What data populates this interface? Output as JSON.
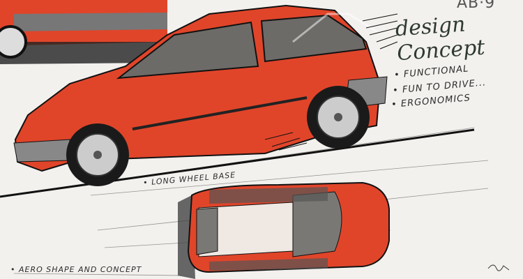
{
  "sketch": {
    "model_label": "AB·9",
    "heading": "design Concept",
    "features": [
      "FUNCTIONAL",
      "FUN TO DRIVE...",
      "ERGONOMICS"
    ],
    "side_note": "LONG WHEEL BASE",
    "top_note": "AERO SHAPE AND CONCEPT",
    "signature": "signature"
  },
  "colors": {
    "paper": "#f3f1ee",
    "body_red": "#e0452a",
    "ink": "#1f1f1f",
    "glass": "#7a7874"
  }
}
